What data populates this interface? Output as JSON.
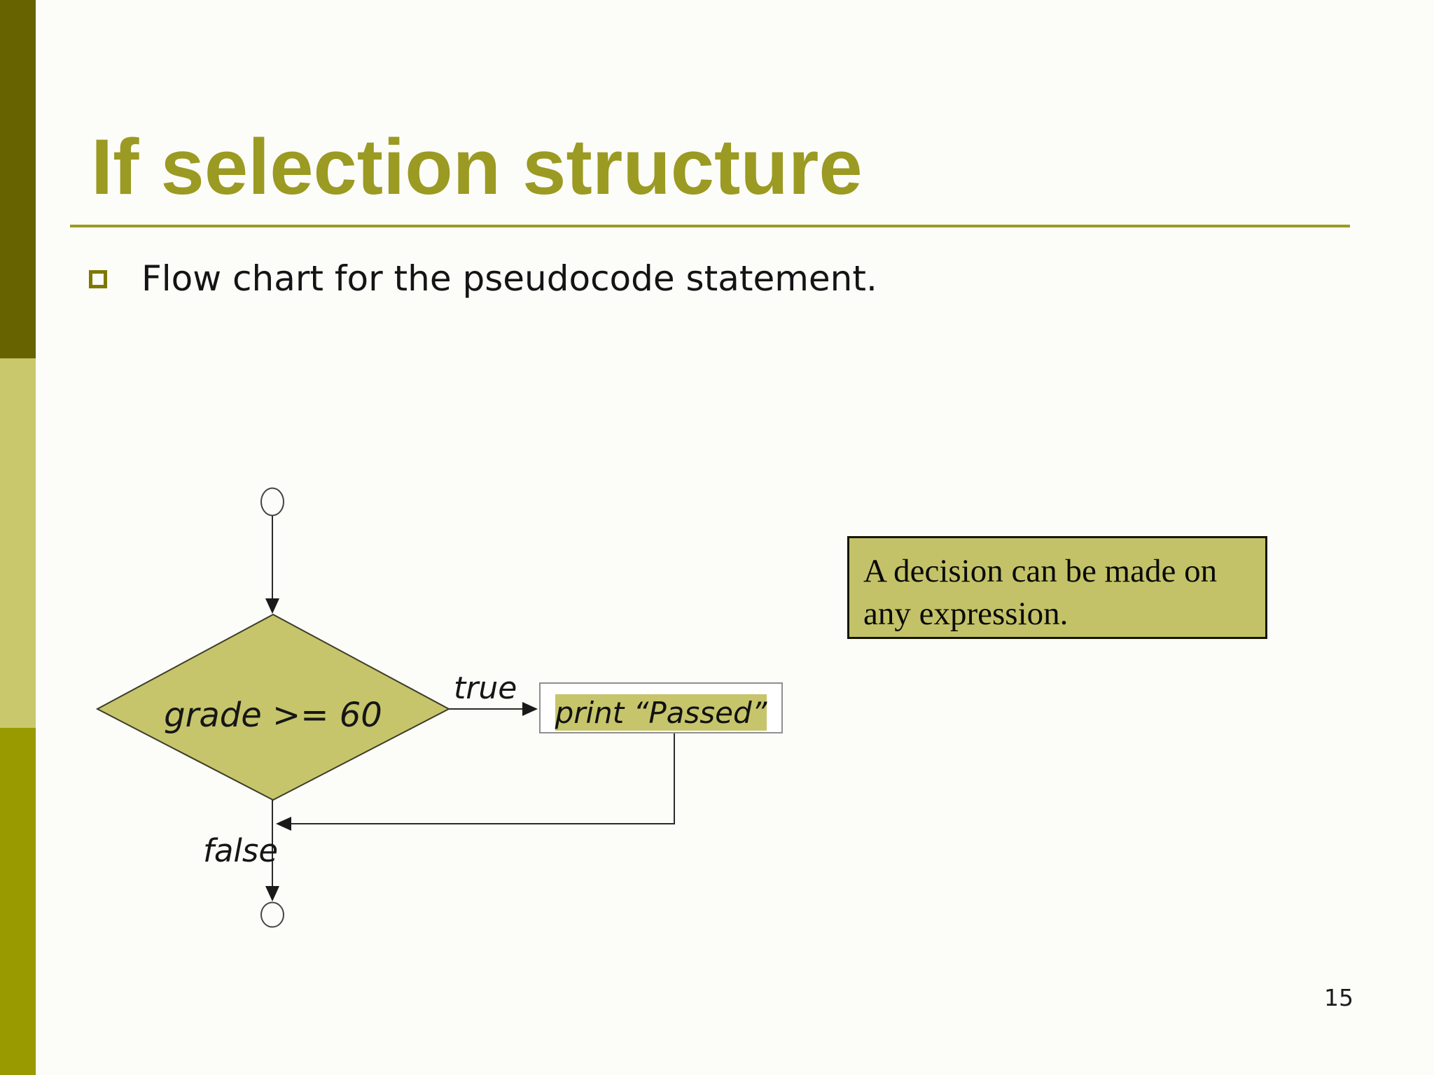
{
  "slide": {
    "title": "If selection structure",
    "bullet": "Flow chart for the pseudocode statement.",
    "page_number": "15"
  },
  "flowchart": {
    "decision_label": "grade >= 60",
    "true_label": "true",
    "false_label": "false",
    "process_label": "print “Passed”"
  },
  "note": {
    "line1": "A decision can be made on",
    "line2": "any expression."
  },
  "colors": {
    "sidebar_dark": "#666300",
    "sidebar_light": "#c9c86c",
    "sidebar_medium": "#999900",
    "title_olive": "#9b9a22",
    "shape_fill": "#c6c56b",
    "note_fill": "#c3c268",
    "bullet_border": "#7d7900",
    "line_color": "#2b2b2b"
  }
}
